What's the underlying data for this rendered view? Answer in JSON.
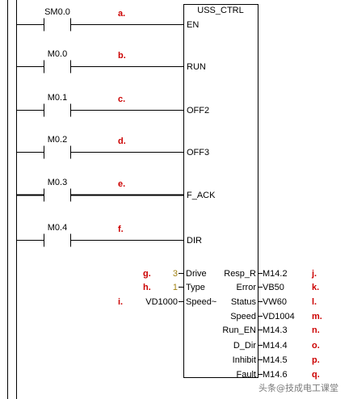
{
  "block": {
    "title": "USS_CTRL",
    "inputs": [
      {
        "contact": "SM0.0",
        "pin": "EN",
        "marker": "a."
      },
      {
        "contact": "M0.0",
        "pin": "RUN",
        "marker": "b."
      },
      {
        "contact": "M0.1",
        "pin": "OFF2",
        "marker": "c."
      },
      {
        "contact": "M0.2",
        "pin": "OFF3",
        "marker": "d."
      },
      {
        "contact": "M0.3",
        "pin": "F_ACK",
        "marker": "e."
      },
      {
        "contact": "M0.4",
        "pin": "DIR",
        "marker": "f."
      }
    ],
    "params": [
      {
        "marker": "g.",
        "value": "3",
        "pin": "Drive"
      },
      {
        "marker": "h.",
        "value": "1",
        "pin": "Type"
      },
      {
        "marker": "i.",
        "value": "VD1000",
        "pin": "Speed~"
      }
    ],
    "outputs": [
      {
        "pin": "Resp_R",
        "value": "M14.2",
        "marker": "j."
      },
      {
        "pin": "Error",
        "value": "VB50",
        "marker": "k."
      },
      {
        "pin": "Status",
        "value": "VW60",
        "marker": "l."
      },
      {
        "pin": "Speed",
        "value": "VD1004",
        "marker": "m."
      },
      {
        "pin": "Run_EN",
        "value": "M14.3",
        "marker": "n."
      },
      {
        "pin": "D_Dir",
        "value": "M14.4",
        "marker": "o."
      },
      {
        "pin": "Inhibit",
        "value": "M14.5",
        "marker": "p."
      },
      {
        "pin": "Fault",
        "value": "M14.6",
        "marker": "q."
      }
    ]
  },
  "watermark": "头条@技成电工课堂"
}
